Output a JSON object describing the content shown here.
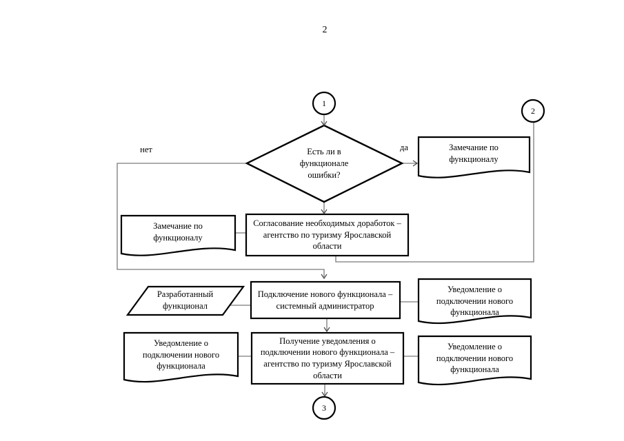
{
  "page": {
    "number": "2"
  },
  "colors": {
    "background": "#ffffff",
    "shape_border": "#000000",
    "connector_line": "#7a7a7a",
    "arrowhead": "#444444",
    "text": "#000000"
  },
  "branch_labels": {
    "no": "нет",
    "yes": "да"
  },
  "nodes": {
    "offpage_connector_1": "1",
    "offpage_connector_2": "2",
    "offpage_connector_3": "3",
    "decision_errors": "Есть ли в функционале ошибки?",
    "doc_remark_top_right": "Замечание по функционалу",
    "doc_remark_left": "Замечание по функционалу",
    "process_agreement": "Согласование необходимых доработок – агентство по туризму Ярославской области",
    "input_developed_functional": "Разработанный функционал",
    "process_connect_functional": "Подключение нового функционала – системный администратор",
    "doc_notification_right_1": "Уведомление о подключении нового функционала",
    "doc_notification_left": "Уведомление о подключении нового функционала",
    "process_receive_notification": "Получение уведомления о подключении нового функционала – агентство по туризму Ярославской области",
    "doc_notification_right_2": "Уведомление о подключении нового функционала"
  }
}
